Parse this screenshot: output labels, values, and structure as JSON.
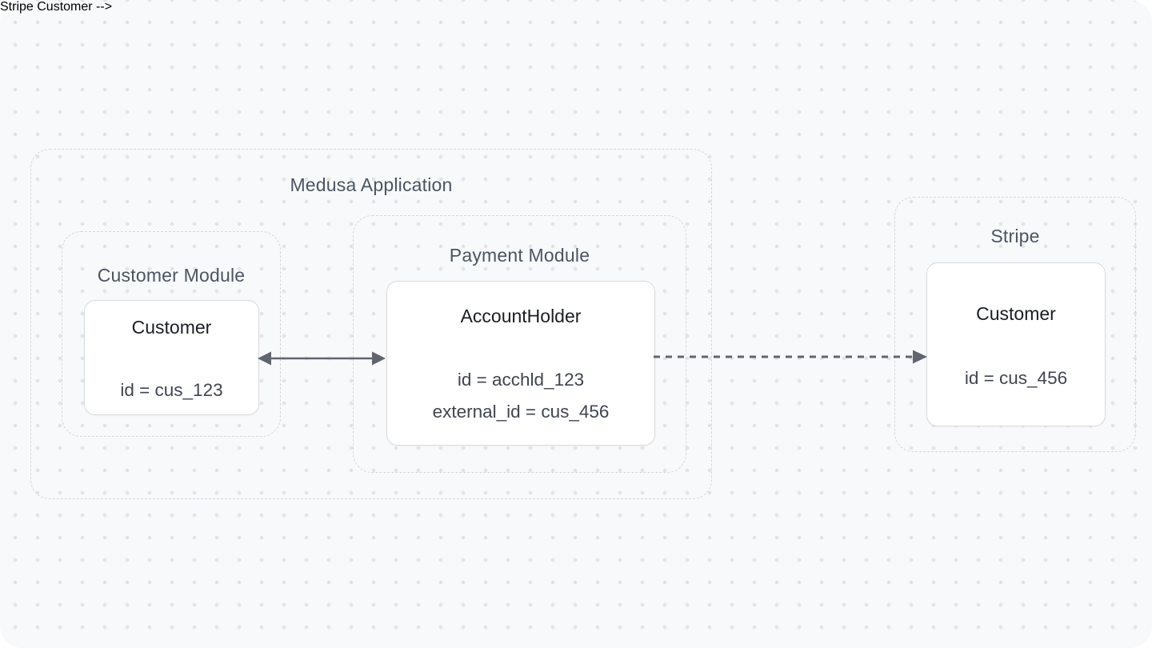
{
  "medusa_app": {
    "label": "Medusa Application"
  },
  "customer_module": {
    "label": "Customer Module",
    "entity": {
      "title": "Customer",
      "fields": [
        "id = cus_123"
      ]
    }
  },
  "payment_module": {
    "label": "Payment Module",
    "entity": {
      "title": "AccountHolder",
      "fields": [
        "id = acchld_123",
        "external_id = cus_456"
      ]
    }
  },
  "stripe": {
    "label": "Stripe",
    "entity": {
      "title": "Customer",
      "fields": [
        "id = cus_456"
      ]
    }
  },
  "connections": [
    {
      "from": "Customer (Customer Module)",
      "to": "AccountHolder (Payment Module)",
      "style": "solid",
      "direction": "bidirectional"
    },
    {
      "from": "AccountHolder (Payment Module)",
      "to": "Customer (Stripe)",
      "style": "dashed",
      "direction": "right"
    }
  ],
  "colors": {
    "canvas_bg": "#f8f9fa",
    "dot_grid": "#e3e4e7",
    "dashed_border": "#d5d7db",
    "card_bg": "#ffffff",
    "card_border": "#d9dadd",
    "label_text": "#4b5563",
    "title_text": "#1b1e24",
    "field_text": "#40454f",
    "arrow": "#60656f"
  }
}
